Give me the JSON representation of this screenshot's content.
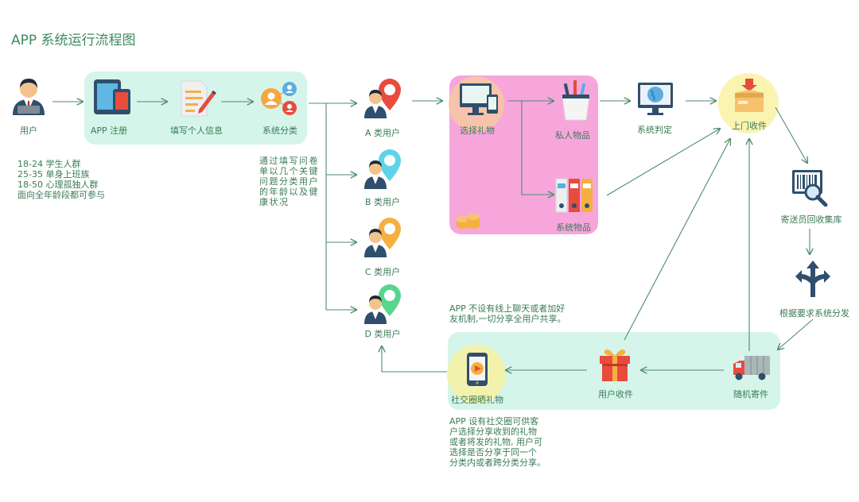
{
  "title": "APP 系统运行流程图",
  "nodes": {
    "user": "用户",
    "app_register": "APP 注册",
    "fill_info": "填写个人信息",
    "sys_classify": "系统分类",
    "user_a": "A 类用户",
    "user_b": "B 类用户",
    "user_c": "C 类用户",
    "user_d": "D 类用户",
    "select_gift": "选择礼物",
    "private_items": "私人物品",
    "system_items": "系统物品",
    "sys_judge": "系统判定",
    "door_pickup": "上门收件",
    "courier_warehouse": "寄送员回收集库",
    "distribute": "根据要求系统分发",
    "random_send": "随机寄件",
    "user_receive": "用户收件",
    "social_share": "社交圈晒礼物"
  },
  "user_groups": [
    "18-24 学生人群",
    "25-35 单身上班族",
    "18-50 心理孤独人群",
    "面向全年龄段都可参与"
  ],
  "classify_note": [
    "通过填写问卷",
    "单以几个关键",
    "问题分类用户",
    "的年龄以及健",
    "康状况"
  ],
  "no_chat_note": [
    "APP  不设有线上聊天或者加好",
    "友机制,一切分享全用户共享。"
  ],
  "social_note": [
    "APP  设有社交圈可供客",
    "户选择分享收到的礼物",
    "或者将发的礼物, 用户可",
    "选择是否分享于同一个",
    "分类内或者跨分类分享。"
  ],
  "colors": {
    "panel_mint": "#d5f5ea",
    "panel_pink": "#f7a6dc",
    "arrow": "#4e8c6c",
    "text": "#3b7b58",
    "highlight_yellow": "#fbf3b0"
  }
}
